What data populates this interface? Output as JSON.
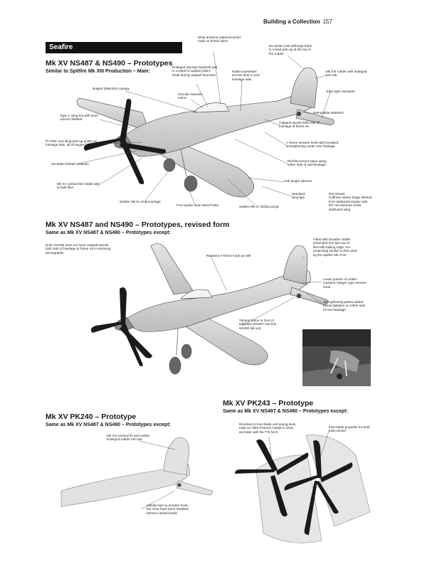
{
  "header": {
    "running_title": "Building a Collection",
    "page_number": "157"
  },
  "section_banner": "Seafire",
  "s1": {
    "title": "Mk XV NS487 & NS490 – Prototypes",
    "subtitle": "Similar to Spitfire Mk XIII Production – Main:",
    "labels": [
      "Whip antenna replaced aerial\nmast on dorsal spine",
      "No aerial mast although there\nis a lead pick-up at the top of\nthe rudder",
      "Enlarged (spring) headrest pad\nin cockpit to support pilot's\nhead during catapult launches",
      "Radio transmitter\naccess door in port\nfuselage side",
      "Mk XIII rudder with enlarged\ntrim tab",
      "Bulged (Malcolm) canopy",
      "Circular rearview\nmirror",
      "Gate style elevators",
      "Type C wing but with inner\ncannon deleted",
      "Retractable tailwheel",
      "Catapult spools both side of\nfuselage at frame 16",
      "Pt.700C and sling pick-up points on\nfuselage side, aft of engine firewall",
      "A-frame arrestor hook with localised\nstrengthening under rear fuselage",
      "Six-stake fishtail exhausts",
      "Reinforcement strips along\neither side of mid-fuselage",
      "Mk XV carburettor intake with\nin-built filter",
      "Full length ailerons",
      "Standard\nwing tips",
      "Not Shown:\nCoffman starter bulge deleted\nfrom starboard engine side\nIFF rod antenna under\nstarboard wing",
      "Seafire Mk IIc undercarriage",
      "Four-spoke main wheel hubs",
      "Seafire Mk IIc folding wings"
    ]
  },
  "s2": {
    "title": "Mk XV NS487 and NS490 – Prototypes, revised form",
    "subtitle": "Same as Mk XV NS487 & NS490 – Prototypes except:",
    "labels": [
      "Note: NS490 does not have catapult spools\nboth side of fuselage at frame 16 in surviving\nphotographs",
      "Fitted with broader rudder\n(extended trim tab now in\nline with trailing edge, not\nprojecting) similar to that used\nby the Spitfire Mk XVIII",
      "Retained A-frame hook as well",
      "Lower portion of rudder\ncontains 'stinger' type arrestor\nhook",
      "Strengthening plates added\nbelow tailplane on either side\nof rear fuselage",
      "Tubular frame in front of\ntailwheel (NS487 had this,\nNS490 did not)"
    ]
  },
  "s3": {
    "title": "Mk XV PK240 – Prototype",
    "subtitle": "Same as Mk XV NS487 & NS490 – Prototypes except:",
    "labels": [
      "Mk XIV vertical fin and rudder\nEnlarged rudder trim tab",
      "Initially had no arrestor hook,\nbut must have been installed\nbefore it started trials"
    ]
  },
  "s4": {
    "title": "Mk XV PK243 – Prototype",
    "subtitle": "Same as Mk XV NS487 & NS490 – Prototypes except:",
    "labels": [
      "Reverted to four-blade unit during deck\ntrials on HMS Pretoria Castle in 1944,\nand later with No.778 NAS",
      "Five-blade propeller for brief\ntrials period"
    ]
  }
}
